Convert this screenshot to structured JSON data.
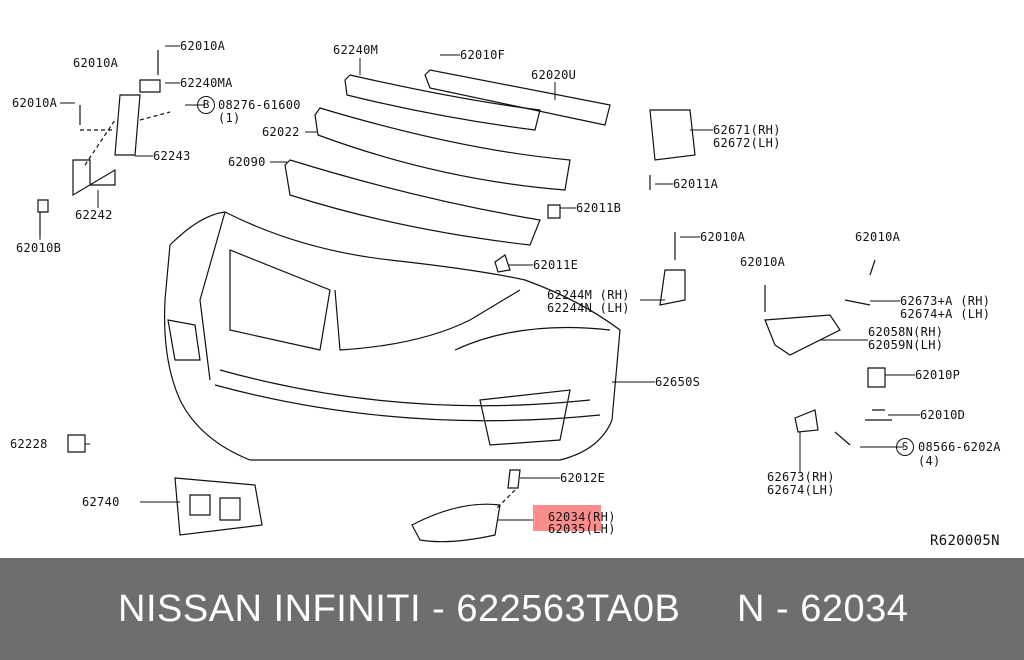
{
  "diagram": {
    "labels": {
      "l1": "62010A",
      "l2": "62010A",
      "l3": "62240MA",
      "l4": "62010A",
      "l5": "08276-61600",
      "l5b": "(1)",
      "l5c": "B",
      "l6": "62243",
      "l7": "62242",
      "l8": "62010B",
      "l9": "62240M",
      "l10": "62010F",
      "l11": "62020U",
      "l12": "62022",
      "l13": "62090",
      "l14a": "62671(RH)",
      "l14b": "62672(LH)",
      "l15": "62011A",
      "l16": "62011B",
      "l17": "62011E",
      "l18": "62010A",
      "l19": "62010A",
      "l20": "62010A",
      "l21a": "62244M (RH)",
      "l21b": "62244N (LH)",
      "l22a": "62673+A (RH)",
      "l22b": "62674+A (LH)",
      "l23a": "62058N(RH)",
      "l23b": "62059N(LH)",
      "l24": "62650S",
      "l25": "62010P",
      "l26": "62010D",
      "l27": "08566-6202A",
      "l27b": "(4)",
      "l27c": "S",
      "l28": "62228",
      "l29a": "62673(RH)",
      "l29b": "62674(LH)",
      "l30": "62012E",
      "l31": "62740",
      "l32a": "62034(RH)",
      "l32b": "62035(LH)",
      "ref": "R620005N"
    },
    "highlight_color": "#fa5050"
  },
  "footer": {
    "part_text": "NISSAN  INFINITI - 622563TA0B",
    "code_text": "N - 62034",
    "background": "#6e6e6e"
  }
}
